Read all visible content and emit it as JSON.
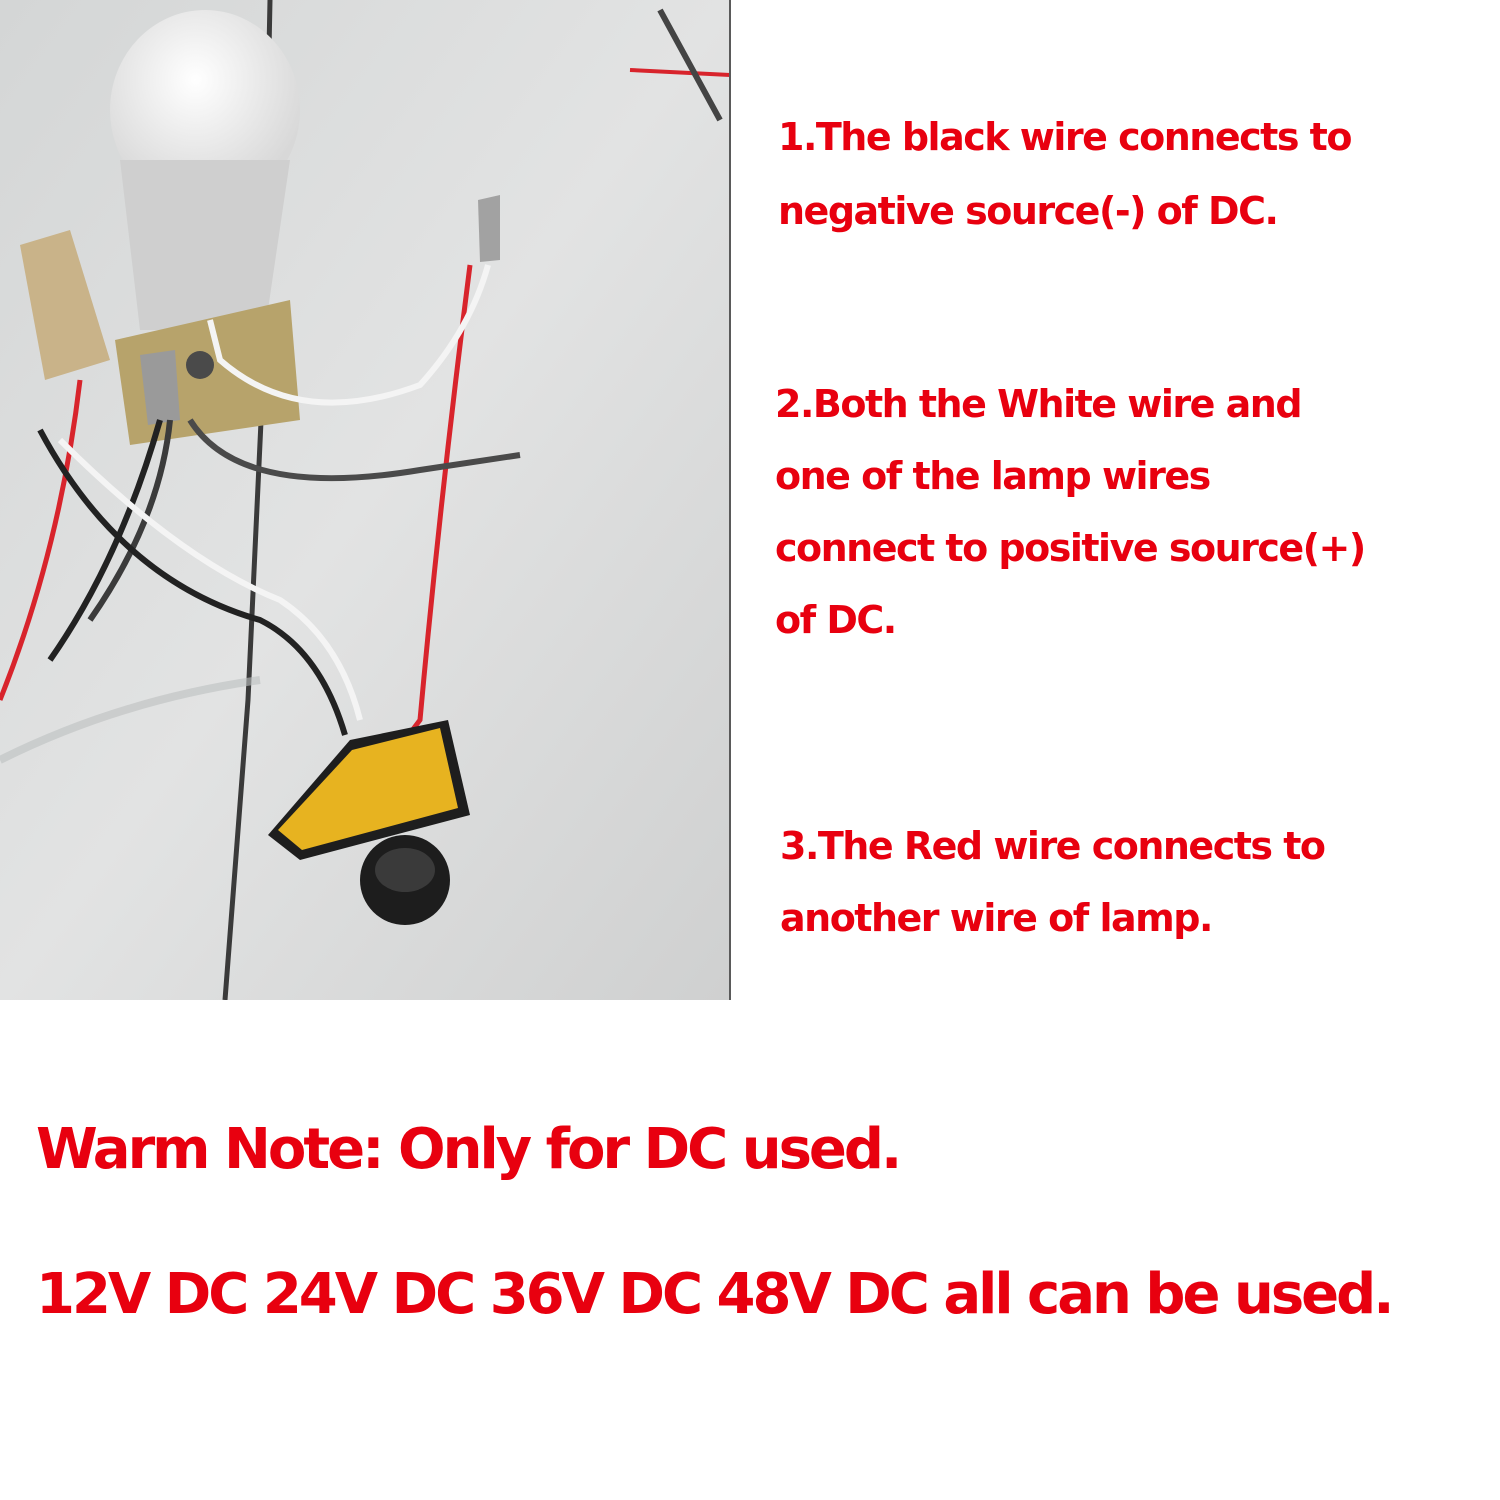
{
  "photo": {
    "description": "Photo of a wired DC photocell switch with lamp bulb, wire nuts and red/white/black wires on concrete floor",
    "colors": {
      "floor": "#d9dad9",
      "bulb": "#efefef",
      "wire_red": "#d8242c",
      "wire_black": "#222222",
      "wire_white": "#f4f4f4",
      "sensor": "#e7b320",
      "bracket": "#b7a36b"
    }
  },
  "instructions": [
    {
      "lines": [
        "1.The black wire connects to",
        "negative source(-) of DC."
      ]
    },
    {
      "lines": [
        "2.Both the White wire and",
        "one of the lamp wires",
        "connect to positive source(+)",
        "of DC."
      ]
    },
    {
      "lines": [
        "3.The Red wire connects to",
        "another wire of lamp."
      ]
    }
  ],
  "warm_note": "Warm Note: Only for DC used.",
  "voltage_note": "12V DC 24V DC 36V DC 48V DC all can be used.",
  "text_color": "#e8000f"
}
